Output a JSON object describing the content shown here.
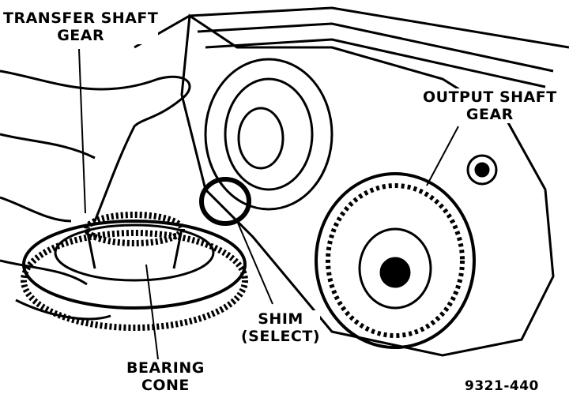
{
  "labels": {
    "transfer_shaft_gear": [
      "TRANSFER SHAFT",
      "GEAR"
    ],
    "output_shaft_gear": [
      "OUTPUT SHAFT",
      "GEAR"
    ],
    "shim": [
      "SHIM",
      "(SELECT)"
    ],
    "bearing_cone": [
      "BEARING",
      "CONE"
    ]
  },
  "figure_number": "9321-440",
  "colors": {
    "ink": "#000000",
    "paper": "#ffffff"
  }
}
